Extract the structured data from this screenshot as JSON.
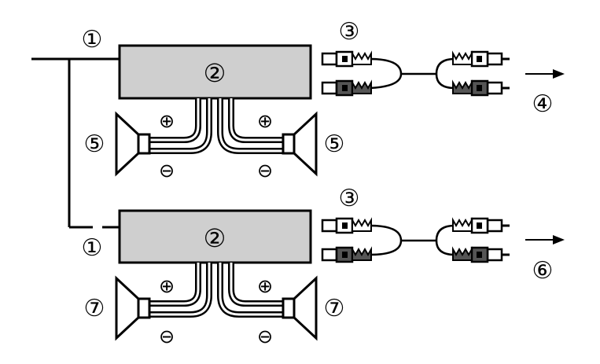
{
  "labels": {
    "wire": "①",
    "amplifier": "②",
    "rca_cable": "③",
    "output_front": "④",
    "speaker_front": "⑤",
    "output_rear": "⑥",
    "speaker_rear": "⑦",
    "plus": "⊕",
    "minus": "⊖"
  },
  "colors": {
    "amplifier_fill": "#cfcfcf",
    "plug_dark": "#555555",
    "plug_light": "#ffffff"
  }
}
